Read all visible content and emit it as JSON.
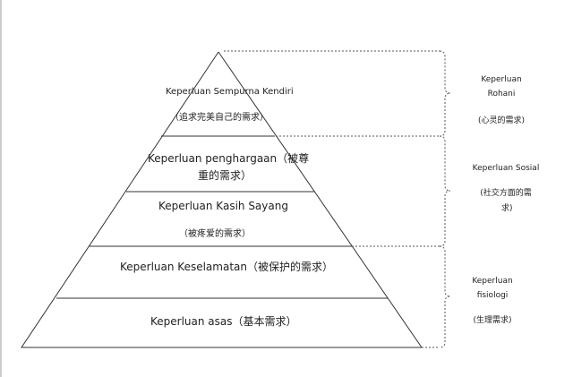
{
  "pyramid": {
    "tier1": {
      "line1": "Keperluan Sempurna Kendiri",
      "line2": "（追求完美自己的需求）"
    },
    "tier2": {
      "line1": "Keperluan penghargaan（被尊",
      "line2": "重的需求）"
    },
    "tier3": {
      "line1": "Keperluan Kasih Sayang",
      "line2": "（被疼爱的需求）"
    },
    "tier4": {
      "line1": "Keperluan Keselamatan（被保护的需求）"
    },
    "tier5": {
      "line1": "Keperluan asas（基本需求）"
    }
  },
  "groups": {
    "rohani": {
      "line1": "Keperluan",
      "line2": "Rohani",
      "line3": "(心灵的需求)"
    },
    "sosial": {
      "line1": "Keperluan Sosial",
      "line2": "(社交方面的需",
      "line3": "求)"
    },
    "fisiologi": {
      "line1": "Keperluan",
      "line2": "fisiologi",
      "line3": "(生理需求)"
    }
  }
}
